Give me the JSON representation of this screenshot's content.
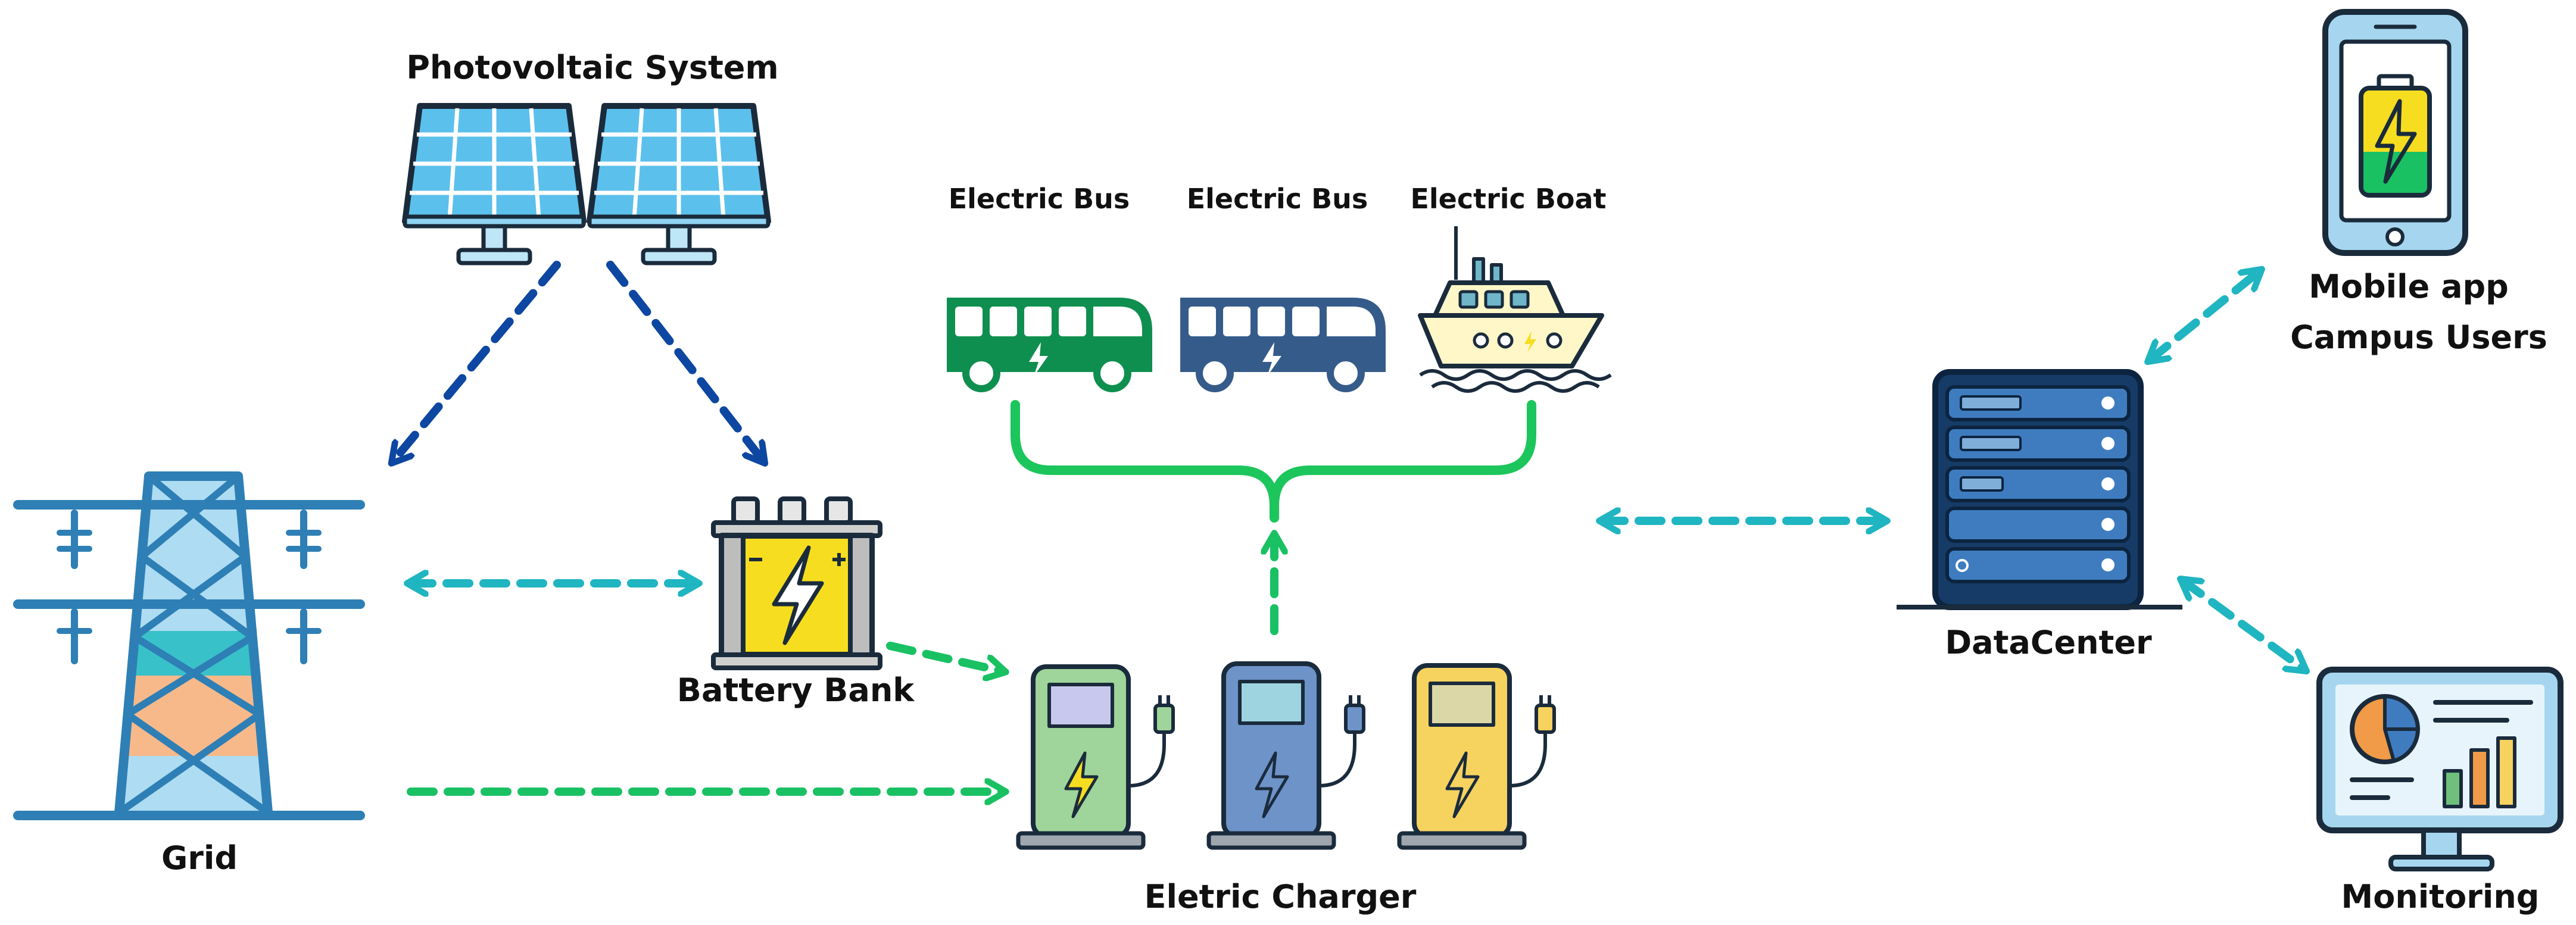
{
  "labels": {
    "photovoltaic": "Photovoltaic System",
    "battery": "Battery Bank",
    "grid": "Grid",
    "bus1": "Electric Bus",
    "bus2": "Electric Bus",
    "boat": "Electric Boat",
    "charger": "Eletric Charger",
    "datacenter": "DataCenter",
    "mobile_line1": "Mobile app",
    "mobile_line2": "Campus Users",
    "monitoring": "Monitoring"
  },
  "colors": {
    "dark_blue_arrow": "#0d47a1",
    "teal_arrow": "#1fb5c1",
    "green_arrow": "#19c163",
    "green_connector": "#1cc65c",
    "outline": "#1a2b3c",
    "tower_blue": "#2e7fb5",
    "tower_light": "#aedcf2",
    "tower_teal": "#39c1c9",
    "tower_orange": "#f7b98a",
    "solar_blue": "#5cc0ec",
    "battery_yellow": "#f7dd1f",
    "bus_green": "#0f8f4f",
    "bus_navy": "#355b8a",
    "boat_yellow": "#fff7c8",
    "charger_green": "#9fd49a",
    "charger_blue": "#6e93c9",
    "charger_yellow": "#f6d25f",
    "server_navy": "#163b66",
    "server_blue": "#3f7cbf",
    "monitor_blue": "#a6d6ef"
  }
}
